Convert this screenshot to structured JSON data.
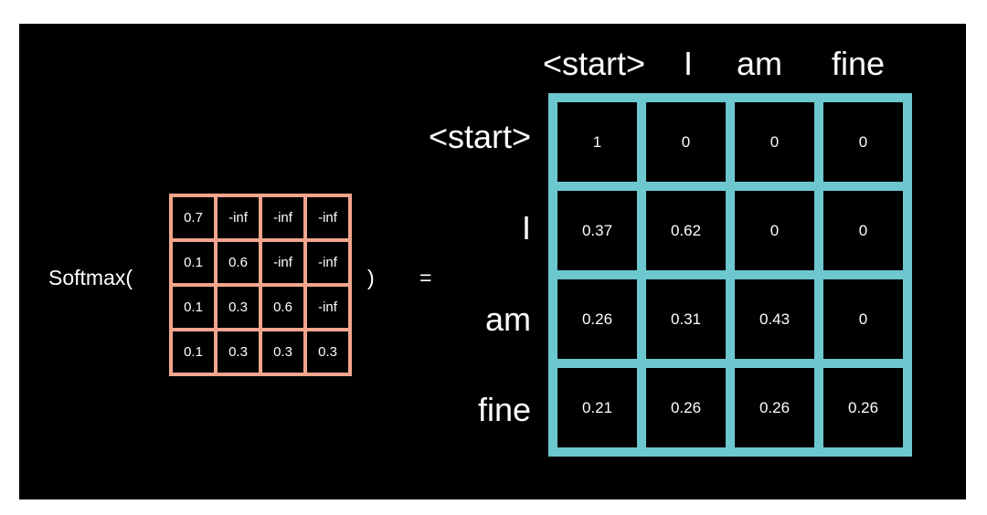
{
  "softmax_label": "Softmax(",
  "close_paren": ")",
  "equals": "=",
  "colors": {
    "input_grid": "#f2a58d",
    "output_grid": "#6cc7cf",
    "background": "#000000",
    "text": "#ffffff"
  },
  "input_matrix": [
    [
      "0.7",
      "-inf",
      "-inf",
      "-inf"
    ],
    [
      "0.1",
      "0.6",
      "-inf",
      "-inf"
    ],
    [
      "0.1",
      "0.3",
      "0.6",
      "-inf"
    ],
    [
      "0.1",
      "0.3",
      "0.3",
      "0.3"
    ]
  ],
  "column_headers": [
    "<start>",
    "I",
    "am",
    "fine"
  ],
  "row_headers": [
    "<start>",
    "I",
    "am",
    "fine"
  ],
  "output_matrix": [
    [
      "1",
      "0",
      "0",
      "0"
    ],
    [
      "0.37",
      "0.62",
      "0",
      "0"
    ],
    [
      "0.26",
      "0.31",
      "0.43",
      "0"
    ],
    [
      "0.21",
      "0.26",
      "0.26",
      "0.26"
    ]
  ]
}
